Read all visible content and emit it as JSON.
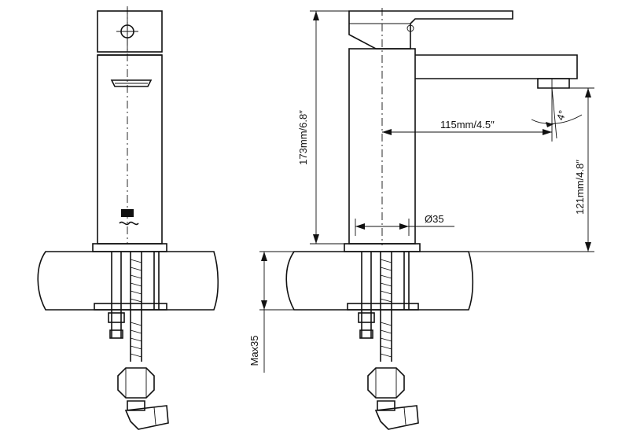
{
  "diagram": {
    "type": "technical drawing",
    "views": [
      "front",
      "side"
    ],
    "dimensions": {
      "height_total": "173mm/6.8″",
      "spout_reach": "115mm/4.5″",
      "spout_height": "121mm/4.8″",
      "spout_angle": "4°",
      "base_diameter": "Ø35",
      "max_deck_thickness": "Max35"
    },
    "colors": {
      "line": "#111111",
      "background": "#ffffff"
    },
    "icons": [
      "cold-hot-indicator-icon",
      "hot-water-symbol-icon"
    ]
  }
}
